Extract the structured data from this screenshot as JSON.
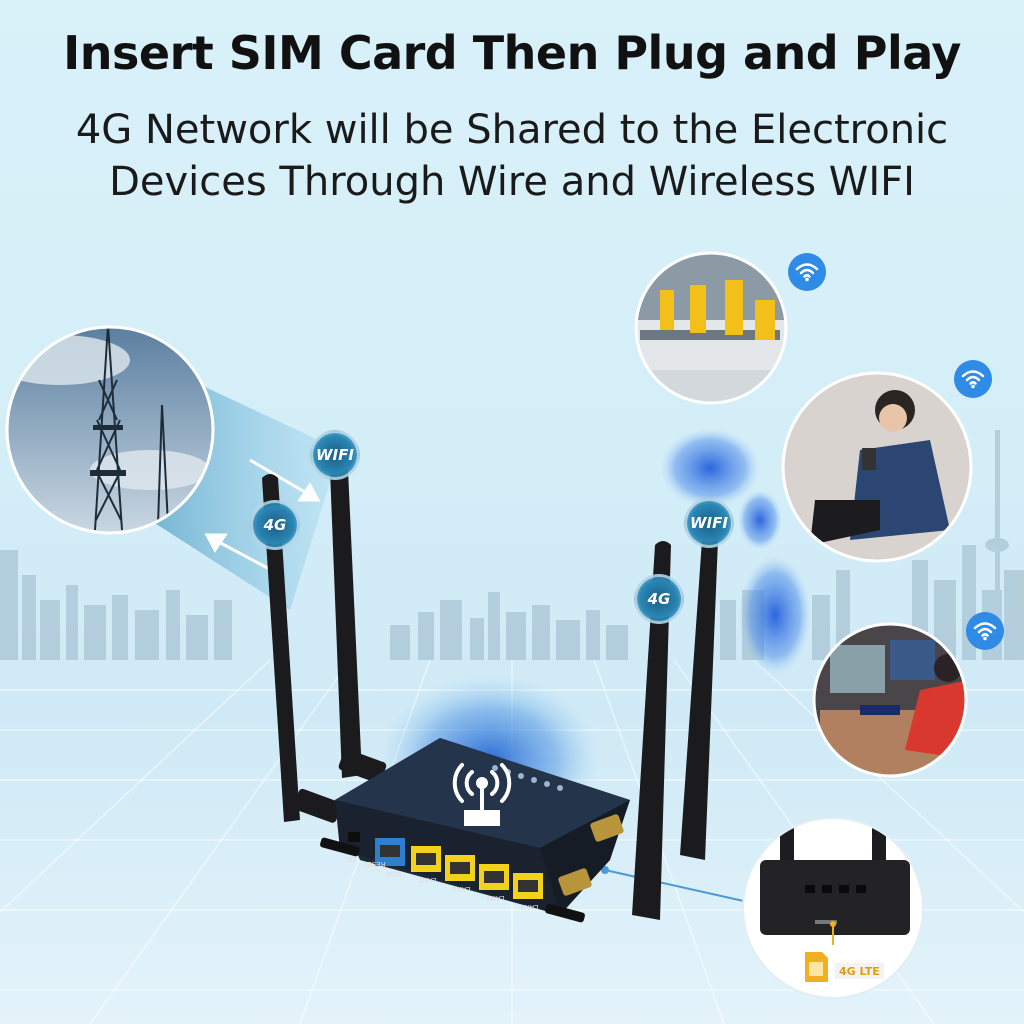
{
  "header": {
    "title": "Insert SIM Card Then Plug and Play",
    "subtitle_line1": "4G Network will be Shared to the Electronic",
    "subtitle_line2": "Devices Through Wire and Wireless WIFI"
  },
  "badges": {
    "tower_wifi": "WIFI",
    "tower_4g": "4G",
    "right_wifi": "WIFI",
    "right_4g": "4G"
  },
  "router_ports": {
    "dc": "DC",
    "reset": "RESET",
    "wan": "WAN",
    "lan1": "LAN1",
    "lan2": "LAN2",
    "lan3": "LAN3",
    "lan4": "LAN4"
  },
  "sim": {
    "label": "4G LTE"
  },
  "icons": [
    "cell-tower-icon",
    "wifi-icon",
    "router-broadcast-icon",
    "sim-card-icon"
  ],
  "colors": {
    "background": "#d4eef8",
    "badge": "#2a86b4",
    "wifi_dot": "#2f8be6",
    "router_body": "#1e2a3a",
    "lan_port": "#f2d21b",
    "wan_port": "#2f7fd0",
    "sim_gold": "#f0b020"
  }
}
